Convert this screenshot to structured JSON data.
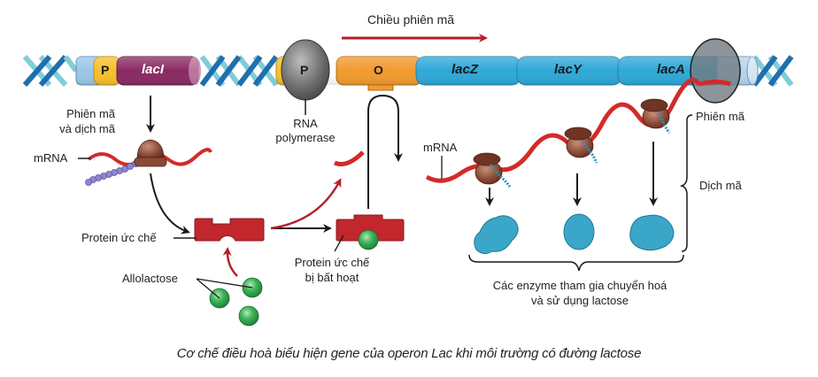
{
  "title_direction": "Chiều phiên mã",
  "genes": {
    "regulator_promoter": "P",
    "regulator_gene": "lacI",
    "operon_promoter": "P",
    "operator": "O",
    "structural_genes": [
      "lacZ",
      "lacY",
      "lacA"
    ]
  },
  "labels": {
    "transcribe_translate_line1": "Phiên mã",
    "transcribe_translate_line2": "và dịch mã",
    "mrna_left": "mRNA",
    "repressor": "Protein ức chế",
    "allolactose": "Allolactose",
    "rna_pol_line1": "RNA",
    "rna_pol_line2": "polymerase",
    "inactive_repressor_line1": "Protein ức chế",
    "inactive_repressor_line2": "bị bất hoạt",
    "mrna_right": "mRNA",
    "transcription": "Phiên mã",
    "translation": "Dịch mã",
    "enzymes_line1": "Các enzyme tham gia chuyển hoá",
    "enzymes_line2": "và sử dụng lactose"
  },
  "caption": "Cơ chế điều hoà biểu hiện gene của operon Lac khi môi trường có đường lactose",
  "colors": {
    "dna_dark": "#1f6fae",
    "dna_light": "#7fcdd8",
    "promoter": "#f6c02c",
    "lacI": "#8a2a63",
    "operator": "#f29a2e",
    "structural": "#2ea8d8",
    "rna_polymerase": "#6e6e6e",
    "repressor": "#c1272d",
    "allolactose": "#2ea44f",
    "mrna": "#d42a2a",
    "ribosome": "#7a3e2c",
    "enzyme": "#3aa7c9",
    "arrow_red": "#b3202a"
  }
}
